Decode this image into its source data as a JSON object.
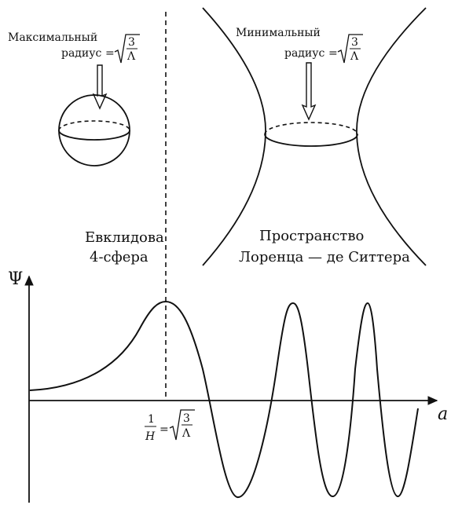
{
  "left": {
    "label_line1": "Максимальный",
    "label_line2": "радиус",
    "caption_line1": "Евклидова",
    "caption_line2": "4-сфера"
  },
  "right": {
    "label_line1": "Минимальный",
    "label_line2": "радиус",
    "caption_line1": "Пространство",
    "caption_line2": "Лоренца — де Ситтера"
  },
  "formula": {
    "equals": "=",
    "numerator": "3",
    "denominator": "Λ",
    "one": "1",
    "H": "H"
  },
  "axes": {
    "y_label": "Ψ",
    "x_label": "a"
  }
}
